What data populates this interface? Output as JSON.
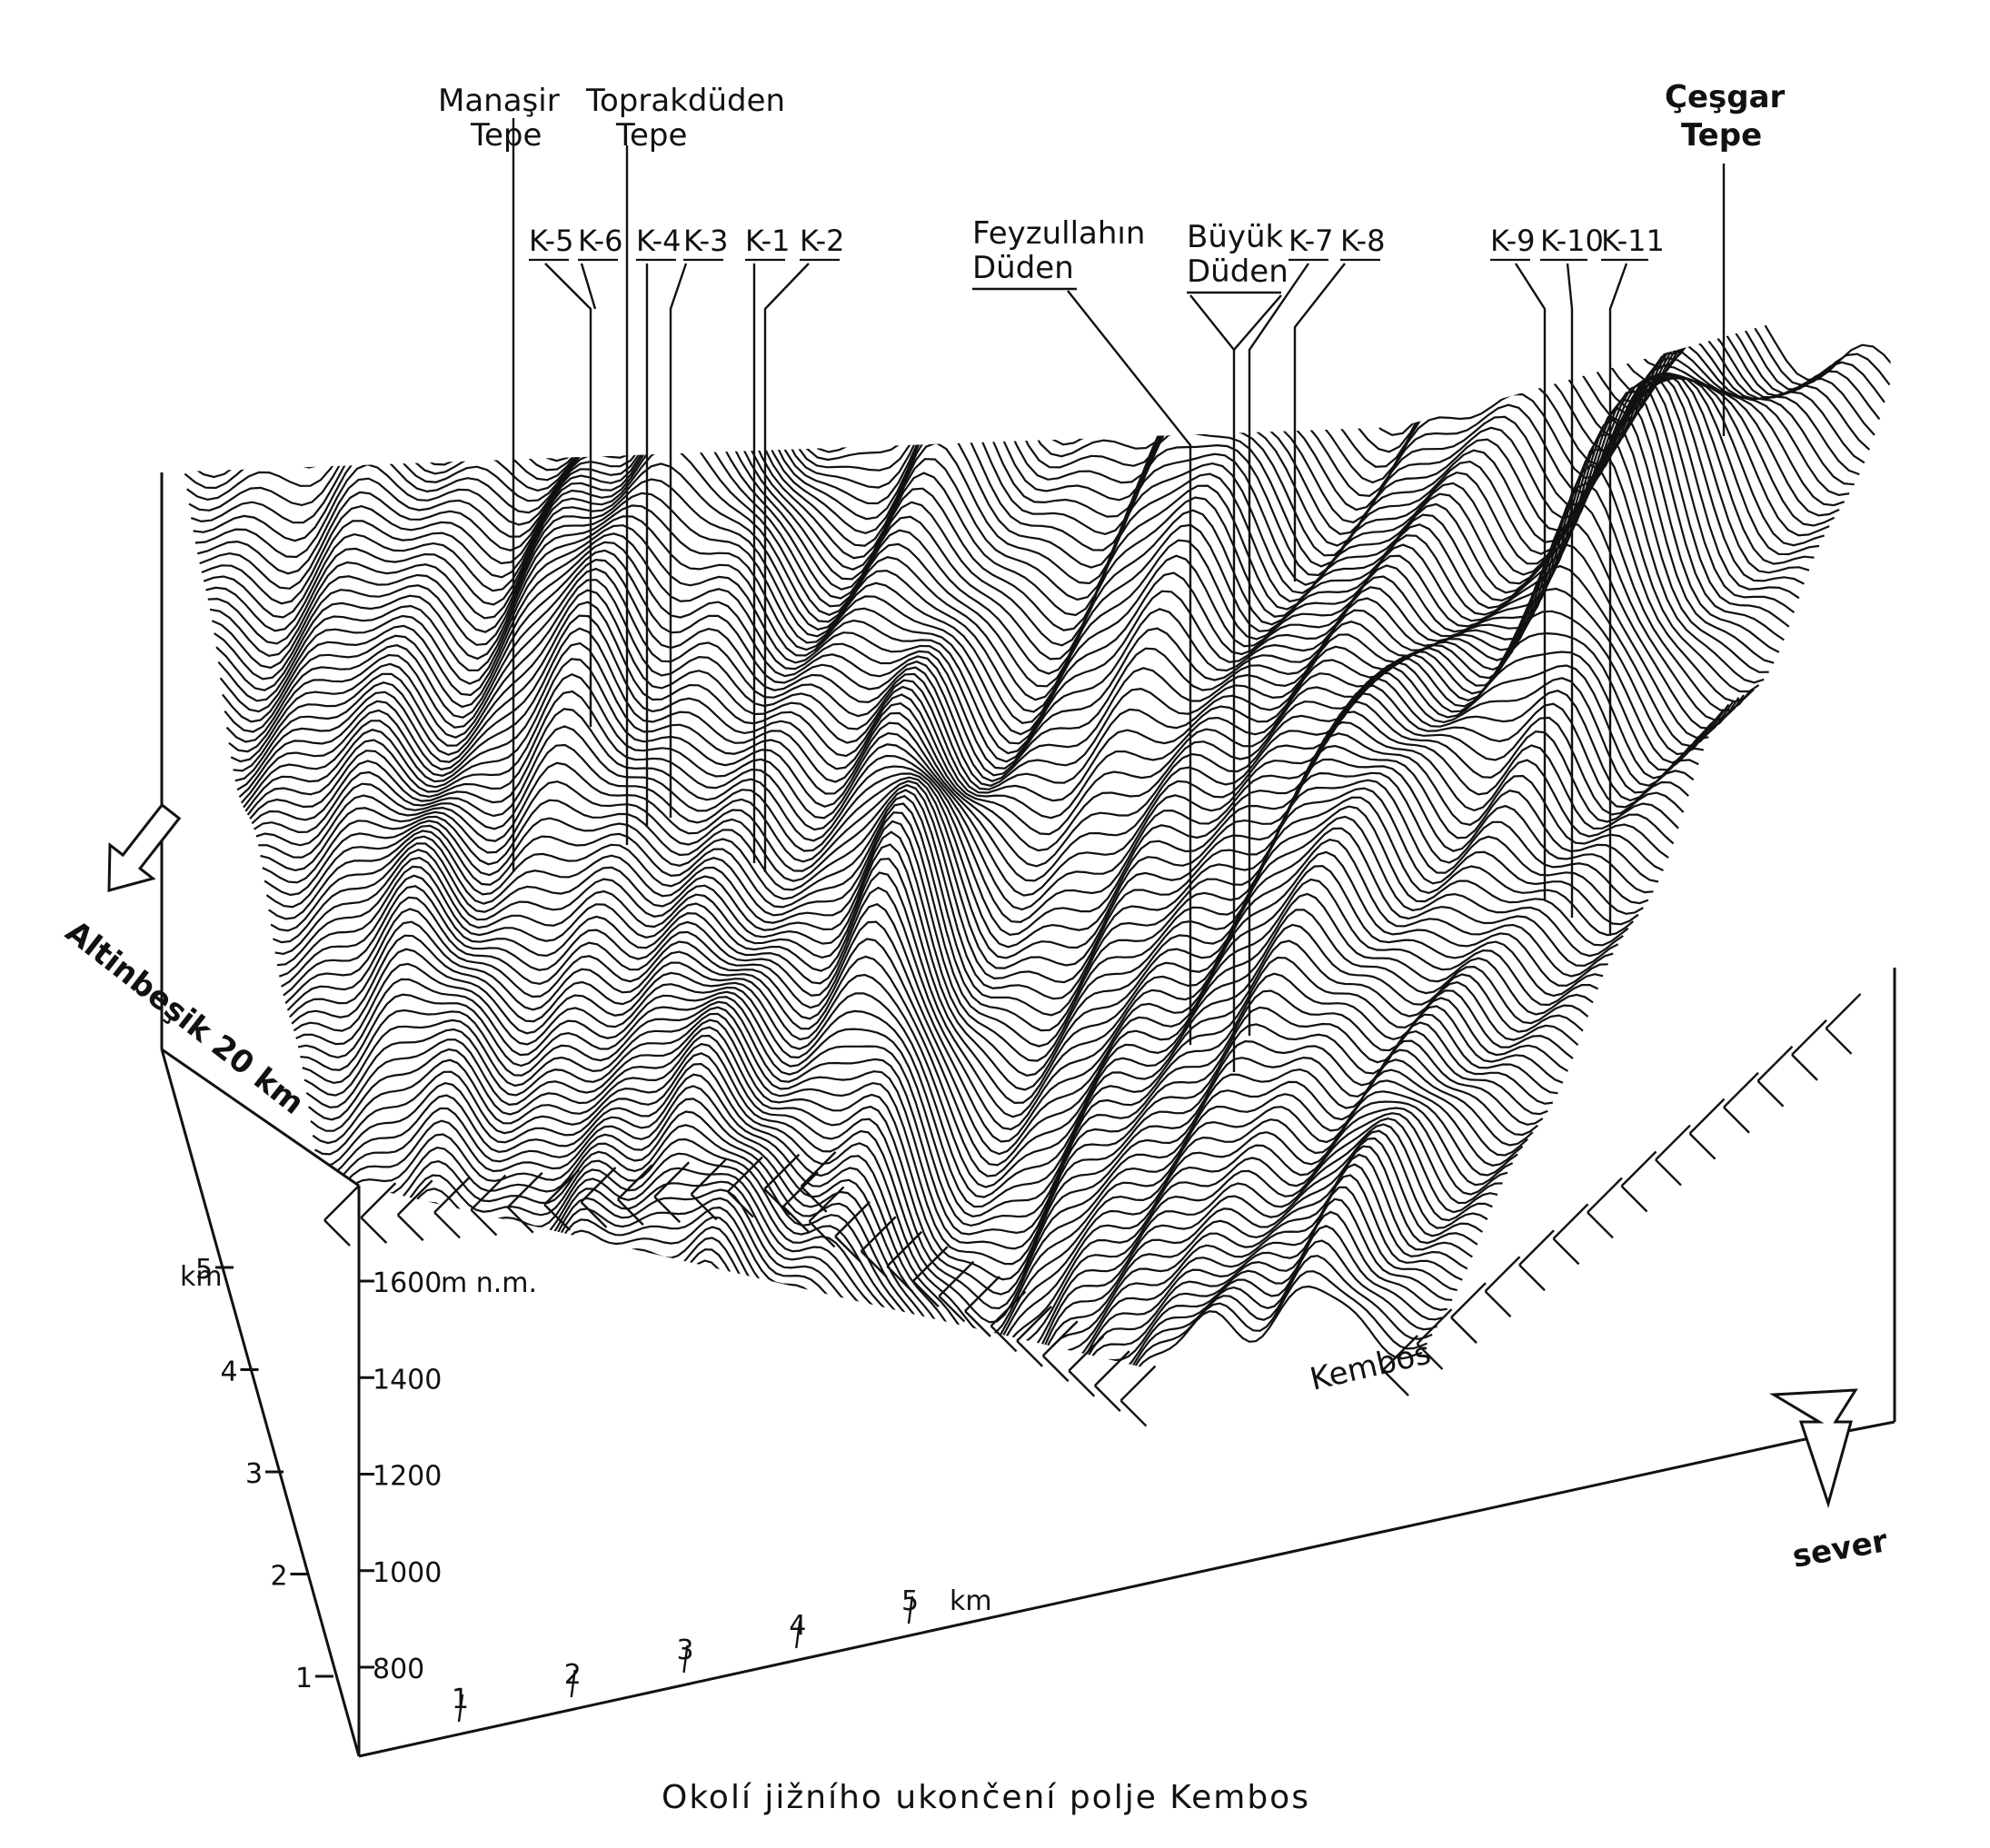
{
  "caption": "Okolí jižního ukončení polje Kembos",
  "peaks": {
    "manasir": [
      "Manaşir",
      "Tepe"
    ],
    "toprakduden": [
      "Toprakdüden",
      "Tepe"
    ],
    "cesgar": [
      "Çeşgar",
      "Tepe"
    ],
    "feyzullahin": [
      "Feyzullahın",
      "Düden"
    ],
    "buyuk": [
      "Büyük",
      "Düden"
    ]
  },
  "caves": [
    "K-5",
    "K-6",
    "K-4",
    "K-3",
    "K-1",
    "K-2",
    "K-7",
    "K-8",
    "K-9",
    "K-10",
    "K-11"
  ],
  "place_label": "Kembos",
  "left_arrow_label": "Altinbeşik 20 km",
  "north_label": "sever",
  "elevation_axis": {
    "unit": "m n.m.",
    "ticks": [
      "1600",
      "1400",
      "1200",
      "1000",
      "800"
    ]
  },
  "depth_axis": {
    "unit": "km",
    "ticks": [
      "5",
      "4",
      "3",
      "2",
      "1"
    ]
  },
  "front_axis": {
    "unit": "km",
    "ticks": [
      "1",
      "2",
      "3",
      "4",
      "5"
    ]
  }
}
